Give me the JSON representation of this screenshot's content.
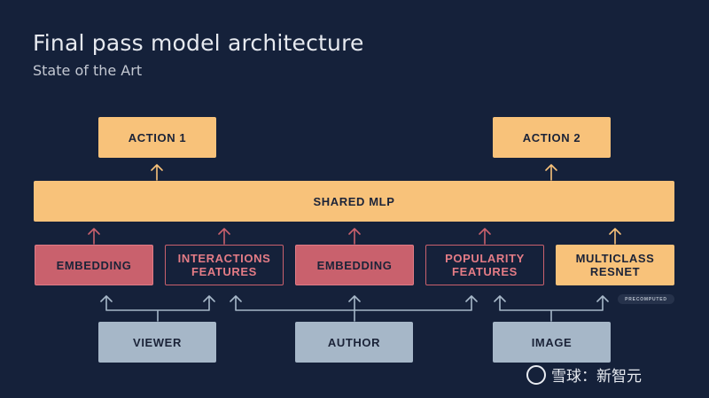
{
  "header": {
    "title": "Final pass model architecture",
    "subtitle": "State of the Art"
  },
  "diagram": {
    "actions": [
      "ACTION 1",
      "ACTION 2"
    ],
    "shared": "SHARED MLP",
    "features": [
      {
        "line1": "EMBEDDING",
        "line2": ""
      },
      {
        "line1": "INTERACTIONS",
        "line2": "FEATURES"
      },
      {
        "line1": "EMBEDDING",
        "line2": ""
      },
      {
        "line1": "POPULARITY",
        "line2": "FEATURES"
      },
      {
        "line1": "MULTICLASS",
        "line2": "RESNET"
      }
    ],
    "inputs": [
      "VIEWER",
      "AUTHOR",
      "IMAGE"
    ],
    "precomputed": "PRECOMPUTED"
  },
  "watermark": {
    "text": "雪球：新智元"
  },
  "colors": {
    "background": "#15213a",
    "orange": "#f8c27a",
    "pink": "#c9616d",
    "blue": "#a6b7c8"
  }
}
